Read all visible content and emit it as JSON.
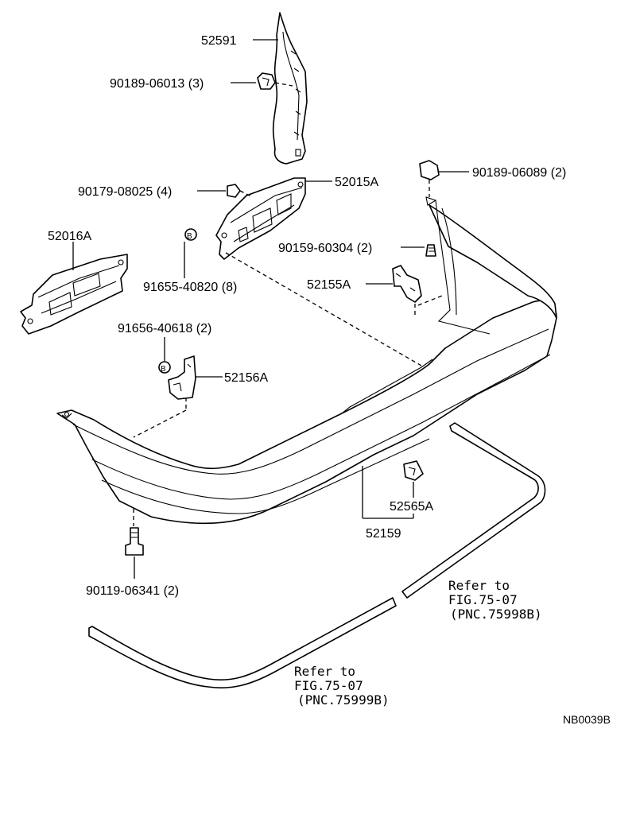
{
  "callouts": {
    "p52591": "52591",
    "p90189_06013": "90189-06013 (3)",
    "p90179_08025": "90179-08025 (4)",
    "p52015A": "52015A",
    "p90189_06089": "90189-06089 (2)",
    "p52016A": "52016A",
    "p90159_60304": "90159-60304 (2)",
    "p91655_40820": "91655-40820 (8)",
    "p52155A": "52155A",
    "p91656_40618": "91656-40618 (2)",
    "p52156A": "52156A",
    "p52565A": "52565A",
    "p52159": "52159",
    "p90119_06341": "90119-06341 (2)"
  },
  "refs": {
    "right": {
      "line1": "Refer to",
      "line2": "FIG.75-07",
      "line3": "(PNC.75998B)"
    },
    "left": {
      "line1": "Refer to",
      "line2": "FIG.75-07",
      "line3": "(PNC.75999B)"
    }
  },
  "markers": {
    "b1": "B",
    "b2": "B"
  },
  "drawing_code": "NB0039B"
}
